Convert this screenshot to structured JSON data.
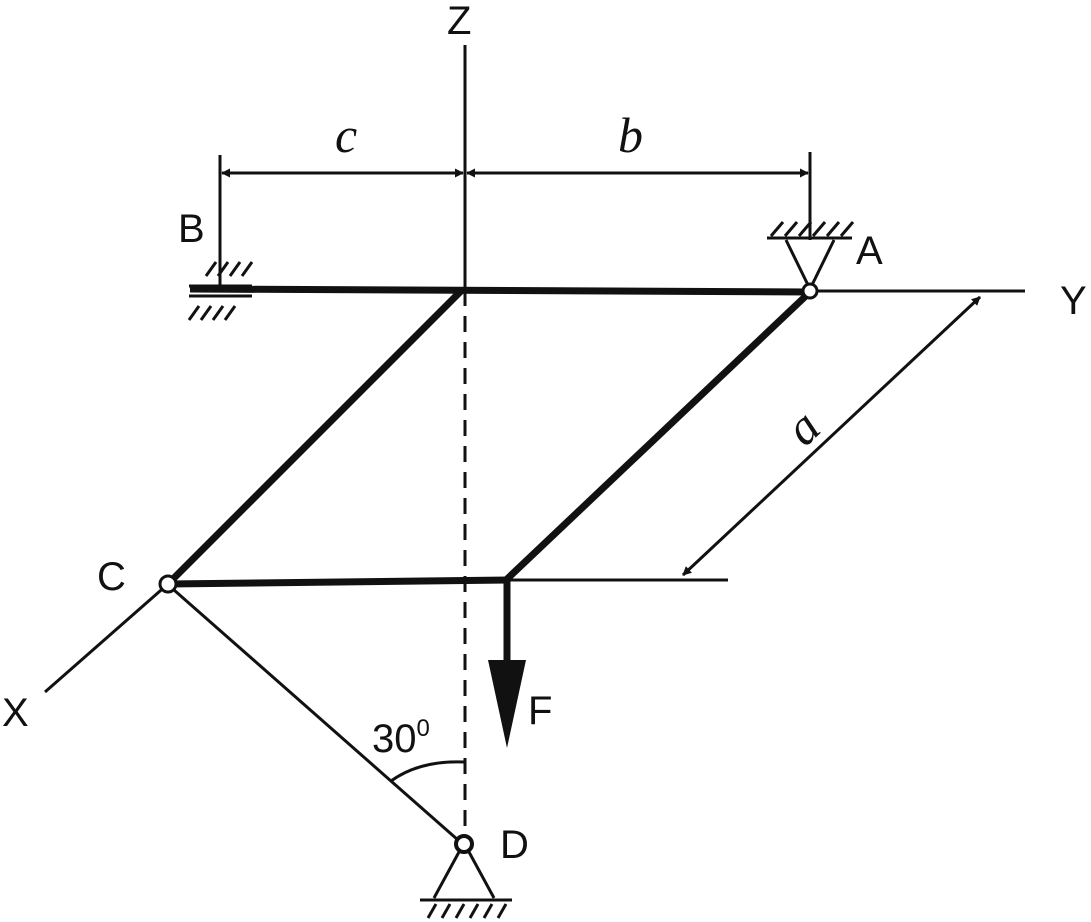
{
  "axes": {
    "z": "Z",
    "y": "Y",
    "x": "X"
  },
  "points": {
    "a": "A",
    "b": "B",
    "c": "C",
    "d": "D"
  },
  "dimensions": {
    "c": "c",
    "b": "b",
    "a": "a"
  },
  "force": {
    "label": "F"
  },
  "angle": {
    "value": "30",
    "unit": "0"
  }
}
